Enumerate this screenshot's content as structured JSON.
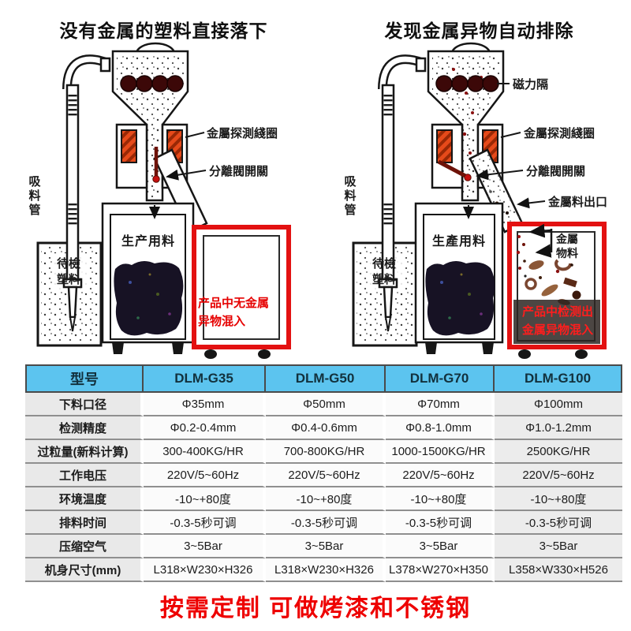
{
  "diagram_left": {
    "title": "没有金属的塑料直接落下",
    "labels": {
      "suction_pipe": "吸料管",
      "pending_l1": "待檢",
      "pending_l2": "塑料",
      "coil": "金屬探測綫圈",
      "valve": "分離閥開關",
      "production_material": "生产用料",
      "note_l1": "产品中无金属",
      "note_l2": "异物混入"
    }
  },
  "diagram_right": {
    "title": "发现金属异物自动排除",
    "labels": {
      "magnet": "磁力隔",
      "coil": "金屬探測綫圈",
      "valve": "分離閥開關",
      "metal_outlet": "金屬料出口",
      "suction_pipe": "吸料管",
      "pending_l1": "待檢",
      "pending_l2": "塑料",
      "production_material": "生產用料",
      "metal_material_l1": "金屬",
      "metal_material_l2": "物料",
      "note_l1": "产品中检测出",
      "note_l2": "金属异物混入"
    }
  },
  "table": {
    "header": [
      "型号",
      "DLM-G35",
      "DLM-G50",
      "DLM-G70",
      "DLM-G100"
    ],
    "rows": [
      {
        "label": "下料口径",
        "values": [
          "Φ35mm",
          "Φ50mm",
          "Φ70mm",
          "Φ100mm"
        ]
      },
      {
        "label": "检测精度",
        "values": [
          "Φ0.2-0.4mm",
          "Φ0.4-0.6mm",
          "Φ0.8-1.0mm",
          "Φ1.0-1.2mm"
        ]
      },
      {
        "label": "过粒量(新料计算)",
        "values": [
          "300-400KG/HR",
          "700-800KG/HR",
          "1000-1500KG/HR",
          "2500KG/HR"
        ]
      },
      {
        "label": "工作电压",
        "values": [
          "220V/5~60Hz",
          "220V/5~60Hz",
          "220V/5~60Hz",
          "220V/5~60Hz"
        ]
      },
      {
        "label": "环境温度",
        "values": [
          "-10~+80度",
          "-10~+80度",
          "-10~+80度",
          "-10~+80度"
        ]
      },
      {
        "label": "排料时间",
        "values": [
          "-0.3-5秒可调",
          "-0.3-5秒可调",
          "-0.3-5秒可调",
          "-0.3-5秒可调"
        ]
      },
      {
        "label": "压缩空气",
        "values": [
          "3~5Bar",
          "3~5Bar",
          "3~5Bar",
          "3~5Bar"
        ]
      },
      {
        "label": "机身尺寸(mm)",
        "values": [
          "L318×W230×H326",
          "L318×W230×H326",
          "L378×W270×H350",
          "L358×W330×H526"
        ]
      }
    ]
  },
  "footer": {
    "text": "按需定制 可做烤漆和不锈钢"
  },
  "colors": {
    "table_header_blue": "#5CC4EF",
    "annotation_red": "#E31111",
    "footer_red": "#EE0000",
    "coil_orange": "#E8481D"
  }
}
